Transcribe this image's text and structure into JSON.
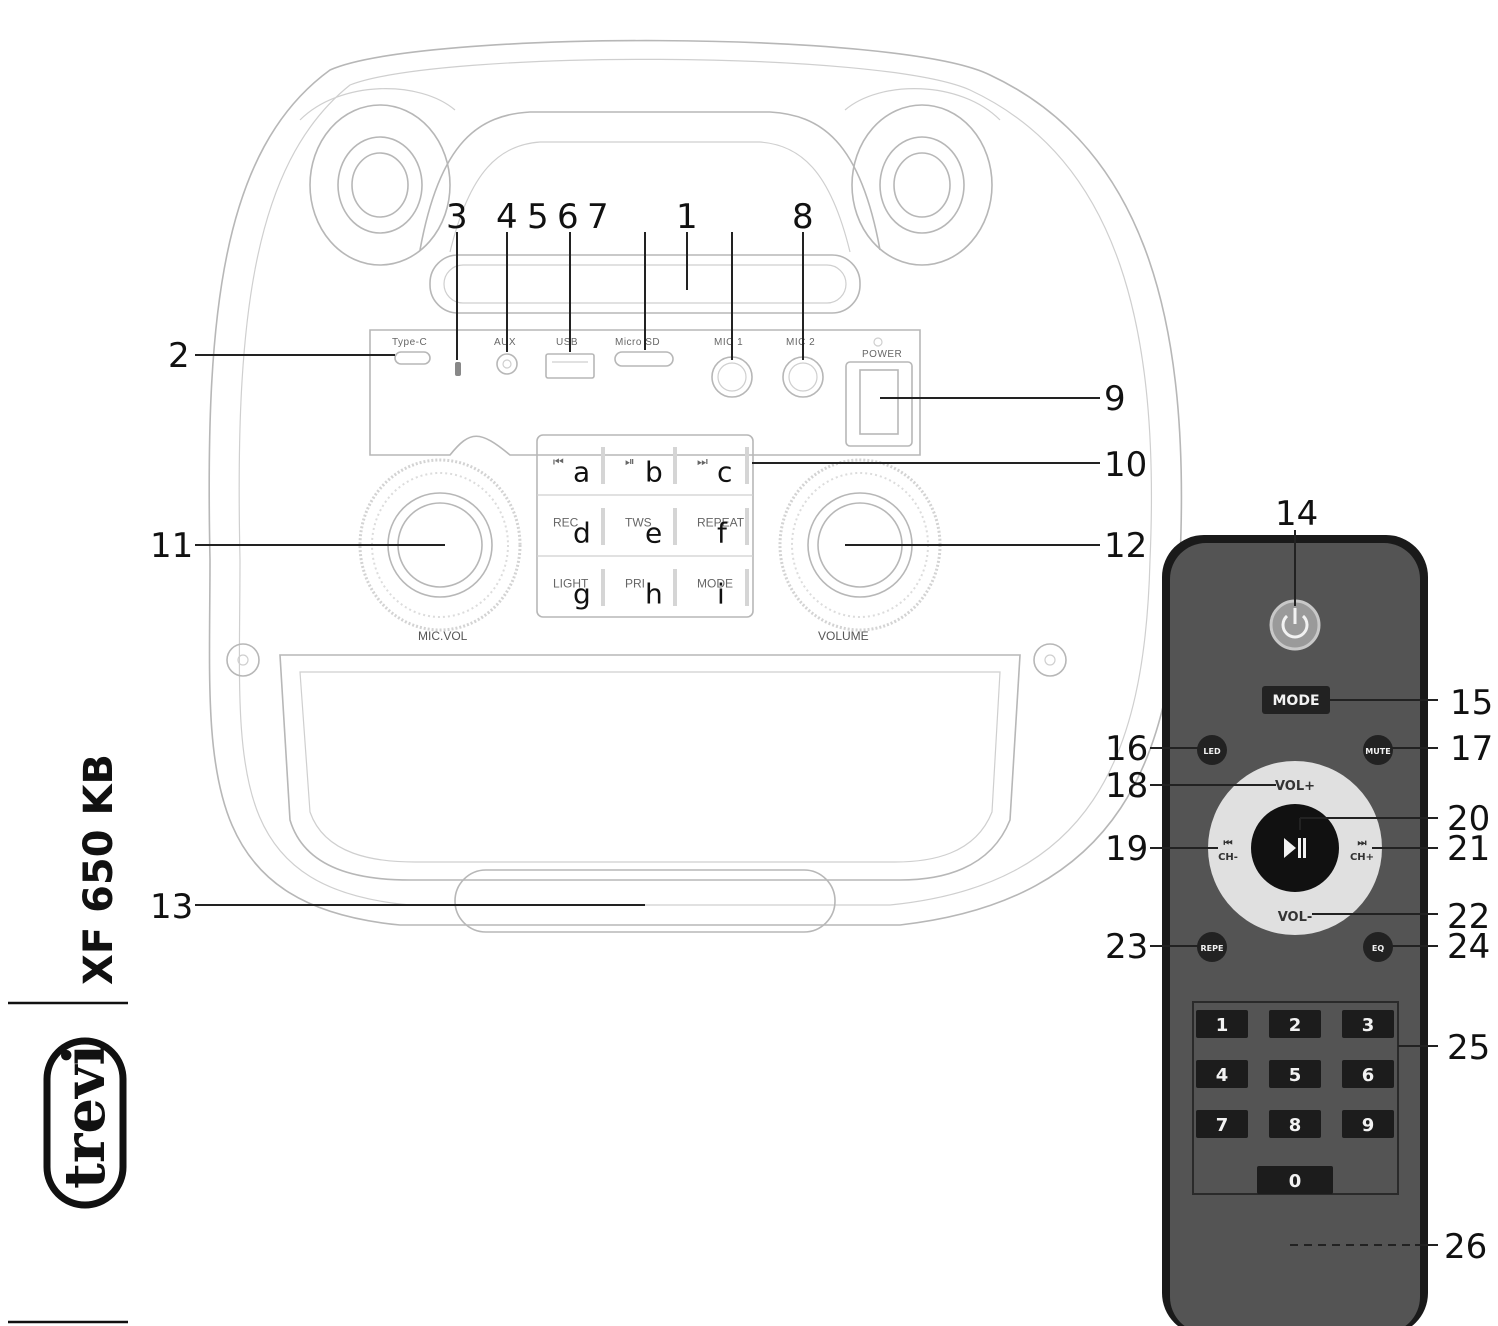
{
  "brand": {
    "model": "XF 650 KB",
    "logo": "trevi"
  },
  "speaker": {
    "panel_labels": {
      "typec": "Type-C",
      "aux": "AUX",
      "usb": "USB",
      "microsd": "Micro SD",
      "mic1": "MIC 1",
      "mic2": "MIC 2",
      "power": "POWER"
    },
    "buttons": [
      {
        "label": "⏮",
        "letter": "a"
      },
      {
        "label": "⏯",
        "letter": "b"
      },
      {
        "label": "⏭",
        "letter": "c"
      },
      {
        "label": "REC",
        "letter": "d"
      },
      {
        "label": "TWS",
        "letter": "e"
      },
      {
        "label": "REPEAT",
        "letter": "f"
      },
      {
        "label": "LIGHT",
        "letter": "g"
      },
      {
        "label": "PRI",
        "letter": "h"
      },
      {
        "label": "MODE",
        "letter": "i"
      }
    ],
    "knobs": {
      "left": "MIC.VOL",
      "right": "VOLUME"
    }
  },
  "remote": {
    "mode": "MODE",
    "led": "LED",
    "mute": "MUTE",
    "vol_up": "VOL+",
    "vol_down": "VOL-",
    "prev": "CH-",
    "next": "CH+",
    "play_icon": "play-pause-icon",
    "repe": "REPE",
    "eq": "EQ",
    "keys": [
      "1",
      "2",
      "3",
      "4",
      "5",
      "6",
      "7",
      "8",
      "9",
      "0"
    ]
  },
  "callouts": {
    "c1": "1",
    "c2": "2",
    "c3": "3",
    "c4": "4",
    "c5": "5",
    "c6": "6",
    "c7": "7",
    "c8": "8",
    "c9": "9",
    "c10": "10",
    "c11": "11",
    "c12": "12",
    "c13": "13",
    "c14": "14",
    "c15": "15",
    "c16": "16",
    "c17": "17",
    "c18": "18",
    "c19": "19",
    "c20": "20",
    "c21": "21",
    "c22": "22",
    "c23": "23",
    "c24": "24",
    "c25": "25",
    "c26": "26"
  }
}
